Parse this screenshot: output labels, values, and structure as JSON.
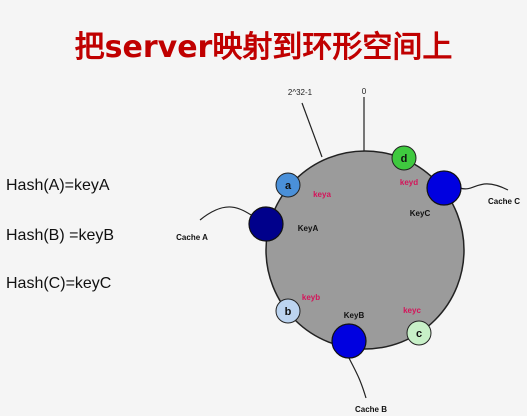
{
  "title": "把server映射到环形空间上",
  "formulas": [
    "Hash(A)=keyA",
    "Hash(B) =keyB",
    "Hash(C)=keyC"
  ],
  "ring": {
    "top_labels": {
      "max": "2^32-1",
      "zero": "0"
    },
    "objects": [
      {
        "letter": "a",
        "key_label": "keya",
        "color": "#4a90d9"
      },
      {
        "letter": "b",
        "key_label": "keyb",
        "color": "#bcd4f0"
      },
      {
        "letter": "c",
        "key_label": "keyc",
        "color": "#c8f0c8"
      },
      {
        "letter": "d",
        "key_label": "keyd",
        "color": "#3fc93f"
      }
    ],
    "caches": [
      {
        "name": "Cache A",
        "key_label": "KeyA",
        "color": "#00008b"
      },
      {
        "name": "Cache B",
        "key_label": "KeyB",
        "color": "#0000e0"
      },
      {
        "name": "Cache C",
        "key_label": "KeyC",
        "color": "#0000e0"
      }
    ],
    "colors": {
      "ring_fill": "#9b9b9b",
      "key_label": "#d4145a"
    }
  }
}
